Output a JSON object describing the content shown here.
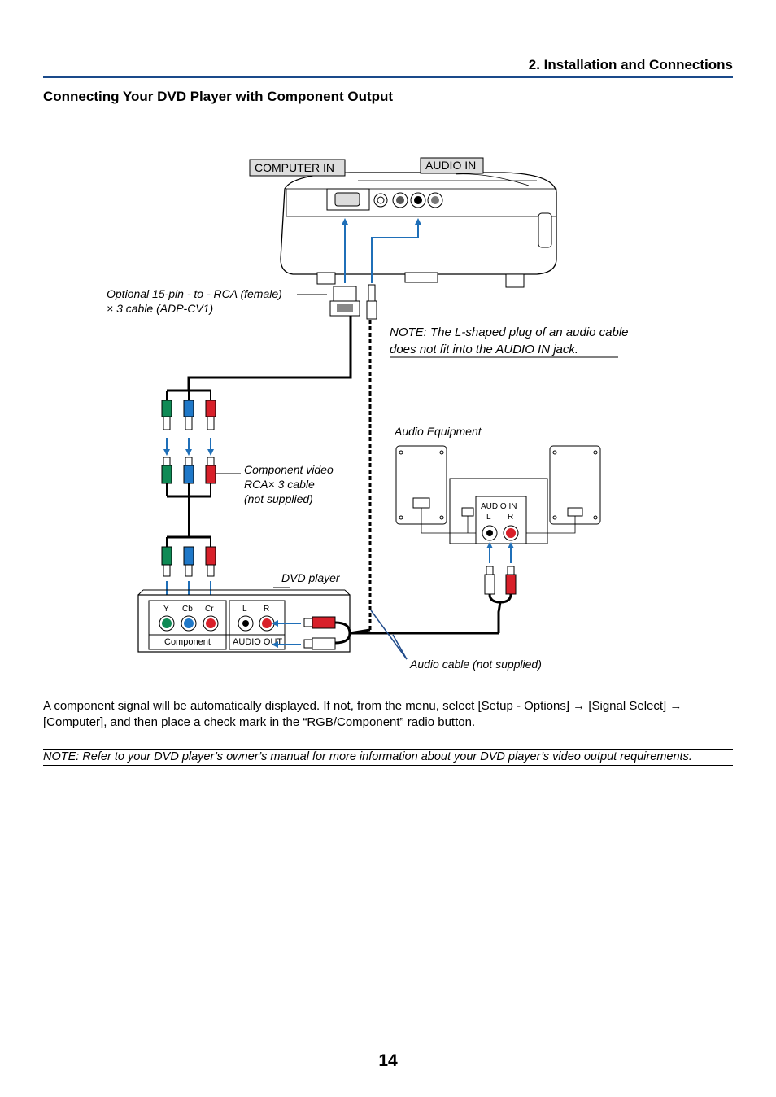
{
  "header": {
    "section_title": "2. Installation and Connections",
    "subheading": "Connecting Your DVD Player with Component Output"
  },
  "diagram": {
    "computer_in_label": "COMPUTER IN",
    "audio_in_label": "AUDIO IN",
    "optional_cable_line1": "Optional 15-pin - to - RCA (female)",
    "optional_cable_line2": "× 3 cable (ADP-CV1)",
    "note_line1": "NOTE: The L-shaped plug of an audio cable",
    "note_line2": "does not fit into the AUDIO IN jack.",
    "audio_equipment_label": "Audio Equipment",
    "component_video_line1": "Component video",
    "component_video_line2": "RCA× 3 cable",
    "component_video_line3": "(not supplied)",
    "dvd_player_label": "DVD player",
    "dvd_y": "Y",
    "dvd_cb": "Cb",
    "dvd_cr": "Cr",
    "dvd_l": "L",
    "dvd_r": "R",
    "dvd_component": "Component",
    "dvd_audio_out": "AUDIO OUT",
    "equip_audio_in": "AUDIO IN",
    "equip_l": "L",
    "equip_r": "R",
    "audio_cable_label": "Audio cable (not supplied)"
  },
  "body": {
    "paragraph": "A component signal will be automatically displayed. If not, from the menu, select [Setup - Options] → [Signal Select] → [Computer], and then place a check mark in the “RGB/Component” radio button.",
    "note": "NOTE: Refer to your DVD player’s owner’s manual for more information about your DVD player’s video output requirements."
  },
  "footer": {
    "page_number": "14"
  },
  "colors": {
    "header_rule": "#1a4a8a",
    "arrow_blue": "#1f6fb8",
    "plug_green": "#0f8a55",
    "plug_blue": "#1f78c8",
    "plug_red": "#d8202a"
  }
}
